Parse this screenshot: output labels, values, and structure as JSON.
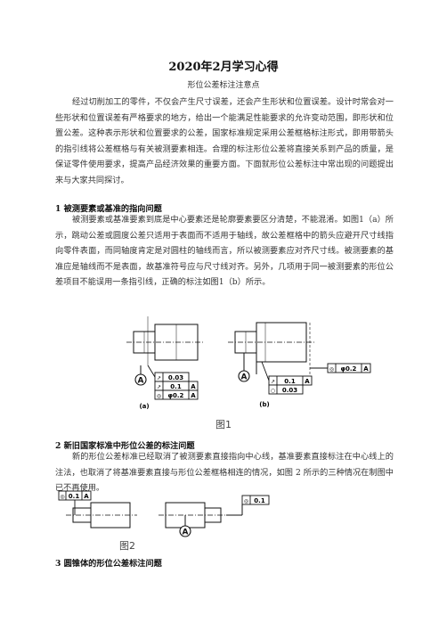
{
  "doc": {
    "title": "2020年2月学习心得",
    "subtitle": "形位公差标注注意点",
    "intro": "经过切削加工的零件，不仅会产生尺寸误差，还会产生形状和位置误差。设计时常会对一些形状和位置误差有严格要求的地方，给出一个能满足性能要求的允许变动范围，即形状和位置公差。这种表示形状和位置要求的公差，国家标准规定采用公差框格标注形式，即用带箭头的指引线将公差框格与有关被测要素相连。合理的标注形位公差将直接关系到产品的质量，是保证零件使用要求，提高产品经济效果的重要方面。下面就形位公差标注中常出现的问题提出来与大家共同探讨。",
    "section1": {
      "heading": "1 被测要素或基准的指向问题",
      "text": "被测要素或基准要素到底是中心要素还是轮廓要素要区分清楚，不能混淆。如图1（a）所示，跳动公差或圆度公差只适用于表面而不适用于轴线，故公差框格中的箭头应避开尺寸线指向零件表面，而同轴度肯定是对圆柱的轴线而言，所以被测要素应对齐尺寸线。被测要素的基准应是轴线而不是表面，故基准符号应与尺寸线对齐。另外，几项用于同一被测要素的形位公差项目不能误用一条指引线，正确的标注如图1（b）所示。"
    },
    "figure1": {
      "caption": "图1",
      "sub_a": "(a)",
      "sub_b": "(b)",
      "datum": "A",
      "frames_a": [
        {
          "symbol": "↗",
          "value": "0.03",
          "datum": ""
        },
        {
          "symbol": "↗",
          "value": "0.1",
          "datum": "A"
        },
        {
          "symbol": "◎",
          "value": "φ0.2",
          "datum": "A"
        }
      ],
      "frames_b_left": [
        {
          "symbol": "↗",
          "value": "0.1",
          "datum": "A"
        },
        {
          "symbol": "○",
          "value": "0.03",
          "datum": ""
        }
      ],
      "frame_b_right": {
        "symbol": "◎",
        "value": "φ0.2",
        "datum": "A"
      }
    },
    "section2": {
      "heading": "2 新旧国家标准中形位公差的标注问题",
      "text": "新的形位公差标准已经取消了被测要素直接指向中心线，基准要素直接标注在中心线上的注法，也取消了将基准要素直接与形位公差框格相连的情况，如图 2 所示的三种情况在制图中已不再使用。"
    },
    "figure2": {
      "caption": "图2",
      "frame1": {
        "symbol": "◎",
        "value": "0.1",
        "datum": "A"
      },
      "frame2": {
        "symbol": "◎",
        "value": "0.1",
        "datum": ""
      },
      "datum": "A"
    },
    "section3": {
      "heading": "3 圆锥体的形位公差标注问题"
    }
  }
}
